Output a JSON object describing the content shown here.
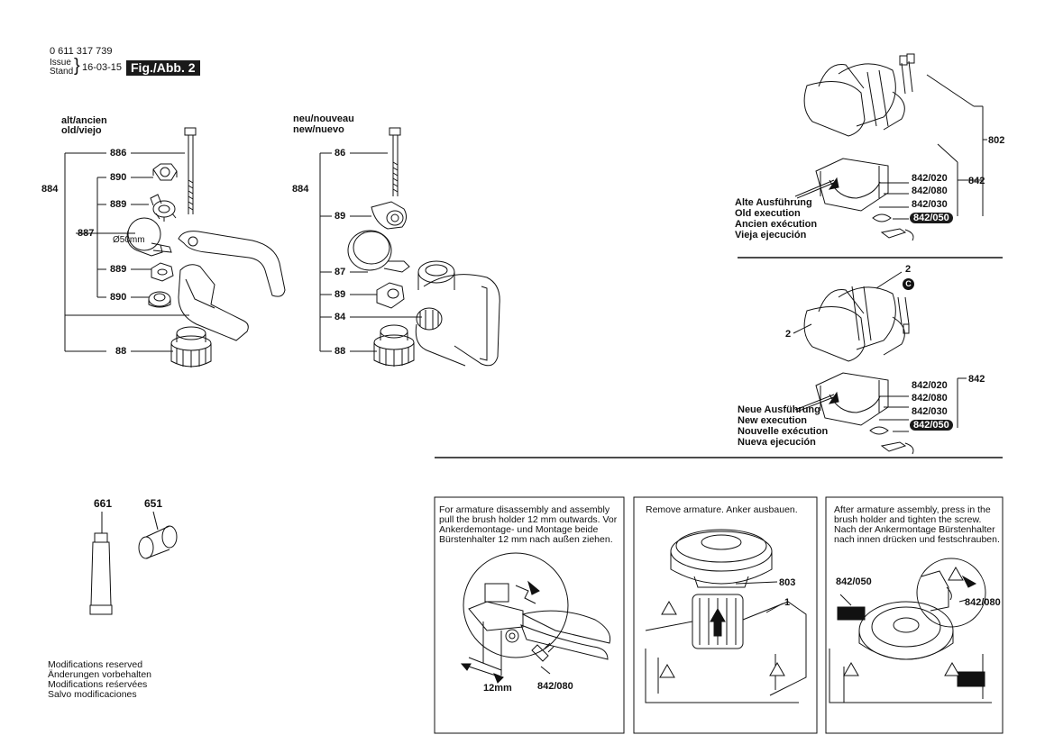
{
  "header": {
    "part_number": "0 611 317 739",
    "issue_label": "Issue",
    "stand_label": "Stand",
    "date": "16-03-15",
    "figure_label": "Fig./Abb. 2"
  },
  "old_section": {
    "title_1": "alt/ancien",
    "title_2": "old/viejo",
    "labels": {
      "p884": "884",
      "p886": "886",
      "p890a": "890",
      "p889a": "889",
      "p887": "887",
      "diameter": "Ø50mm",
      "p889b": "889",
      "p890b": "890",
      "p88": "88"
    }
  },
  "new_section": {
    "title_1": "neu/nouveau",
    "title_2": "new/nuevo",
    "labels": {
      "p884": "884",
      "p86": "86",
      "p89a": "89",
      "p87": "87",
      "p89b": "89",
      "p84": "84",
      "p88": "88"
    }
  },
  "brush_old": {
    "label_802": "802",
    "label_842": "842",
    "codes": [
      "842/020",
      "842/080",
      "842/030"
    ],
    "code_highlight": "842/050",
    "execution_lines": [
      "Alte Ausführung",
      "Old execution",
      "Ancien exécution",
      "Vieja ejecución"
    ]
  },
  "brush_new": {
    "label_2_top": "2",
    "label_2_left": "2",
    "circle_label": "C",
    "label_842": "842",
    "codes": [
      "842/020",
      "842/080",
      "842/030"
    ],
    "code_highlight": "842/050",
    "execution_lines": [
      "Neue Ausführung",
      "New execution",
      "Nouvelle exécution",
      "Nueva ejecución"
    ]
  },
  "consumables": {
    "p661": "661",
    "p651": "651"
  },
  "modifications": [
    "Modifications reserved",
    "Änderungen vorbehalten",
    "Modifications reśervées",
    "Salvo modificaciones"
  ],
  "panels": [
    {
      "text": "For armature disassembly and assembly pull the brush holder 12 mm outwards. Vor Ankerdemontage- und Montage beide Bürstenhalter 12 mm nach außen ziehen.",
      "dimension": "12mm",
      "part": "842/080"
    },
    {
      "text": "Remove armature. Anker ausbauen.",
      "part_a": "803",
      "part_b": "1"
    },
    {
      "text": "After armature assembly, press in the brush holder and tighten the screw. Nach der Ankermontage Bürstenhalter nach innen drücken und festschrauben.",
      "part_a": "842/050",
      "part_b": "842/080"
    }
  ]
}
